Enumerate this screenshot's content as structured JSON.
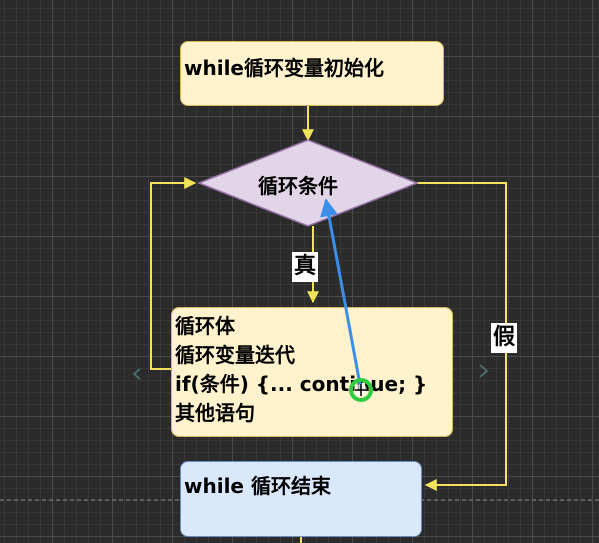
{
  "diagram": {
    "init_label": "while循环变量初始化",
    "condition_label": "循环条件",
    "true_label": "真",
    "false_label": "假",
    "body_lines": [
      "循环体",
      "循环变量迭代",
      "if(条件) {... continue; }",
      "其他语句"
    ],
    "end_label": "while 循环结束"
  },
  "colors": {
    "process_fill": "#fff2cc",
    "process_stroke": "#d6b656",
    "decision_fill": "#e1d5e7",
    "decision_stroke": "#9673a6",
    "end_fill": "#dae8fc",
    "end_stroke": "#6c8ebf",
    "flow_line": "#f2e35a",
    "continue_arrow": "#3a8fe8",
    "cursor_ring": "#2ecc40"
  }
}
